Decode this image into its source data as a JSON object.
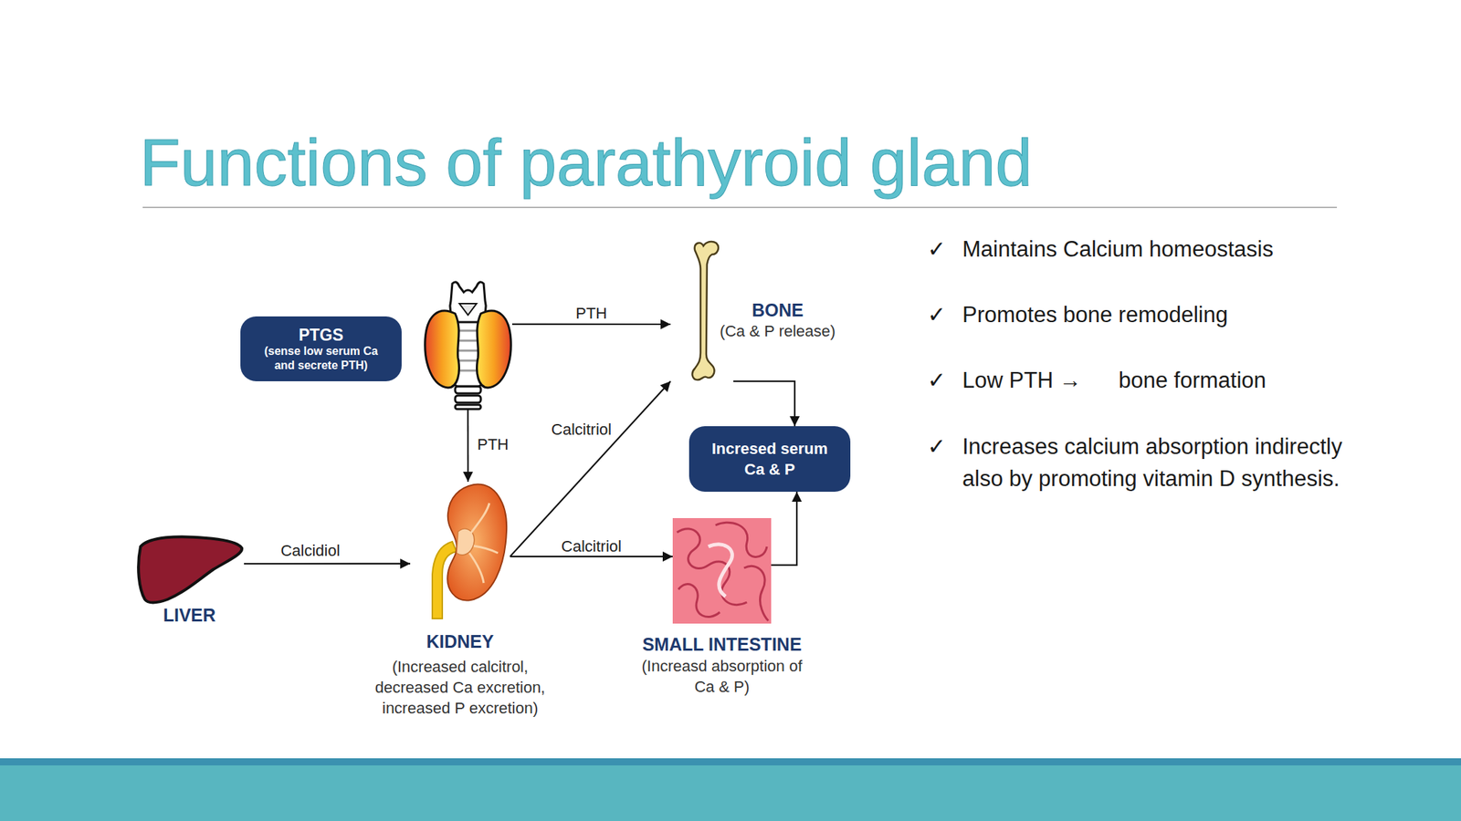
{
  "diagram": {
    "title": "Functions of parathyroid gland",
    "nodes": [
      {
        "text": [
          "PTGS",
          "(sense low serum Ca and secrete PTH)"
        ]
      },
      {
        "text": [
          "BONE",
          "(Ca & P release)"
        ]
      },
      {
        "text": [
          "Incresed serum Ca & P"
        ]
      },
      {
        "text": [
          "LIVER"
        ]
      },
      {
        "text": [
          "KIDNEY",
          "(Increased calcitrol, decreased Ca excretion, increased P excretion)"
        ]
      },
      {
        "text": [
          "SMALL INTESTINE",
          "(Increasd absorption of Ca & P)"
        ]
      }
    ],
    "edges": [
      {
        "from": 0,
        "to": 1,
        "label": "PTH",
        "arrow": "to"
      },
      {
        "from": 0,
        "to": 4,
        "label": "PTH",
        "arrow": "to"
      },
      {
        "from": 3,
        "to": 4,
        "label": "Calcidiol",
        "arrow": "to"
      },
      {
        "from": 4,
        "to": 1,
        "label": "Calcitriol",
        "arrow": "to"
      },
      {
        "from": 4,
        "to": 5,
        "label": "Calcitriol",
        "arrow": "to"
      },
      {
        "from": 1,
        "to": 2,
        "arrow": "to"
      },
      {
        "from": 5,
        "to": 2,
        "arrow": "to"
      }
    ],
    "labels": [
      "✓",
      "Maintains Calcium homeostasis",
      "✓",
      "Promotes bone remodeling",
      "✓",
      "Low PTH →",
      "bone formation",
      "✓",
      "Increases calcium absorption indirectly also by promoting vitamin D synthesis."
    ]
  }
}
